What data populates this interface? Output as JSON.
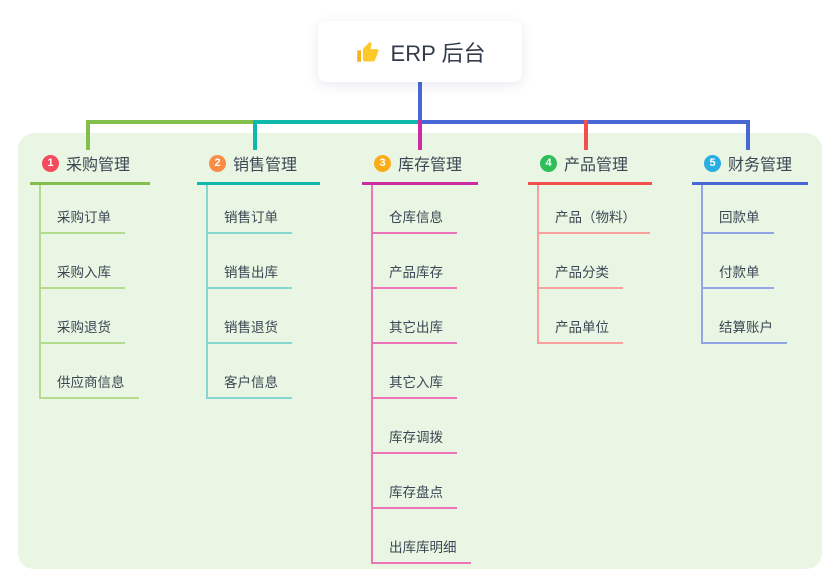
{
  "root": {
    "title": "ERP 后台",
    "icon": "thumbs-up-icon"
  },
  "branches": [
    {
      "badge": "1",
      "label": "采购管理",
      "badge_color": "#f5495e",
      "line_color": "#85bf4b",
      "sub_line_color": "#b5db8e",
      "children": [
        "采购订单",
        "采购入库",
        "采购退货",
        "供应商信息"
      ]
    },
    {
      "badge": "2",
      "label": "销售管理",
      "badge_color": "#fb8c44",
      "line_color": "#10b7ab",
      "sub_line_color": "#84d8d0",
      "children": [
        "销售订单",
        "销售出库",
        "销售退货",
        "客户信息"
      ]
    },
    {
      "badge": "3",
      "label": "库存管理",
      "badge_color": "#fbad18",
      "line_color": "#cd2da0",
      "sub_line_color": "#ee74ba",
      "children": [
        "仓库信息",
        "产品库存",
        "其它出库",
        "其它入库",
        "库存调拨",
        "库存盘点",
        "出库库明细"
      ]
    },
    {
      "badge": "4",
      "label": "产品管理",
      "badge_color": "#2fbe58",
      "line_color": "#f2504d",
      "sub_line_color": "#f7a09e",
      "children": [
        "产品（物料）",
        "产品分类",
        "产品单位"
      ]
    },
    {
      "badge": "5",
      "label": "财务管理",
      "badge_color": "#29aee3",
      "line_color": "#4a67d6",
      "sub_line_color": "#90a6e6",
      "children": [
        "回款单",
        "付款单",
        "结算账户"
      ]
    }
  ],
  "colors": {
    "canvas_background": "#e9f6e3",
    "trunk_connector": "#4a67d6",
    "text": "#3c4654"
  }
}
